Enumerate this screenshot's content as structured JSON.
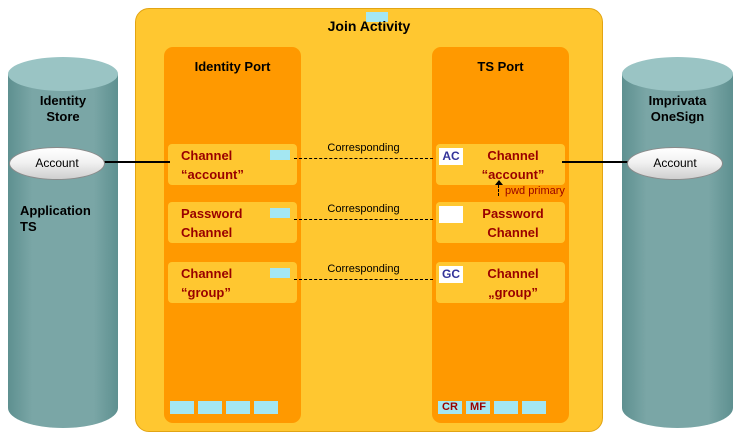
{
  "diagram": {
    "title": "Join Activity"
  },
  "left_store": {
    "title": "Identity Store",
    "subtitle": "Application TS",
    "account": "Account"
  },
  "right_store": {
    "title": "Imprivata OneSign",
    "account": "Account"
  },
  "identity_port": {
    "title": "Identity Port",
    "channels": [
      {
        "line1": "Channel",
        "line2": "“account”"
      },
      {
        "line1": "Password",
        "line2": "Channel"
      },
      {
        "line1": "Channel",
        "line2": "“group”"
      }
    ]
  },
  "ts_port": {
    "title": "TS Port",
    "channels": [
      {
        "tag": "AC",
        "line1": "Channel",
        "line2": "“account”"
      },
      {
        "tag": "",
        "line1": "Password",
        "line2": "Channel"
      },
      {
        "tag": "GC",
        "line1": "Channel",
        "line2": "„group”"
      }
    ],
    "bottom_tags": [
      "CR",
      "MF"
    ]
  },
  "connections": {
    "corresponding": [
      "Corresponding",
      "Corresponding",
      "Corresponding"
    ],
    "pwd_primary": "pwd primary"
  },
  "colors": {
    "gold": "#FFC730",
    "orange": "#FF9900",
    "cyan": "#A4E7F2",
    "dark_red": "#990000",
    "navy": "#333399",
    "teal": "#6F9E9E"
  }
}
